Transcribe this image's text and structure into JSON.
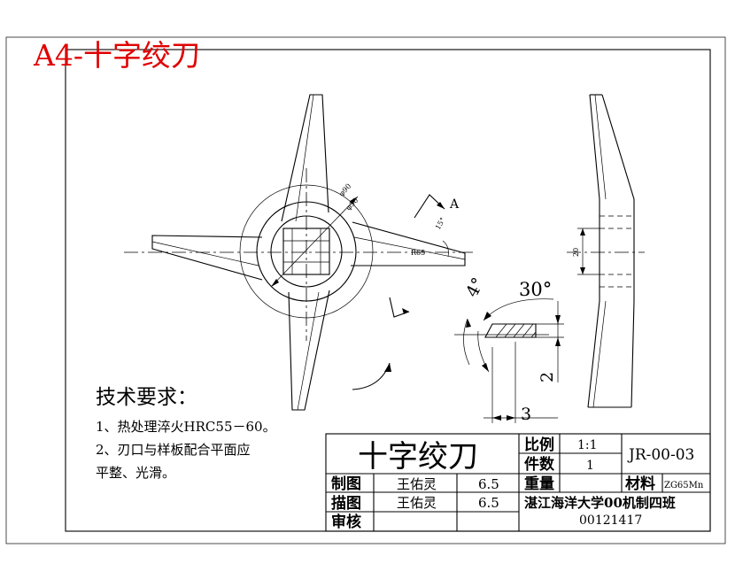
{
  "header": {
    "title": "A4-十字绞刀"
  },
  "drawing": {
    "dims": {
      "d90": "φ90",
      "d50": "φ50",
      "r65": "R65",
      "a15": "15°",
      "view_a": "A",
      "a4": "4°",
      "a30": "30°",
      "w20": "20",
      "d2": "2",
      "d3": "3"
    }
  },
  "requirements": {
    "heading": "技术要求：",
    "lines": [
      "1、热处理淬火HRC55－60。",
      "2、刃口与样板配合平面应",
      "平整、光滑。"
    ]
  },
  "title_block": {
    "part_name": "十字绞刀",
    "scale_label": "比例",
    "scale_value": "1:1",
    "qty_label": "件数",
    "qty_value": "1",
    "drawing_no": "JR-00-03",
    "weight_label": "重量",
    "material_label": "材料",
    "material_value": "ZG65Mn",
    "drawn_label": "制图",
    "drawn_name": "王佑灵",
    "drawn_value": "6.5",
    "traced_label": "描图",
    "traced_name": "王佑灵",
    "traced_value": "6.5",
    "checked_label": "审核",
    "school": "湛江海洋大学00机制四班",
    "student_id": "00121417"
  }
}
